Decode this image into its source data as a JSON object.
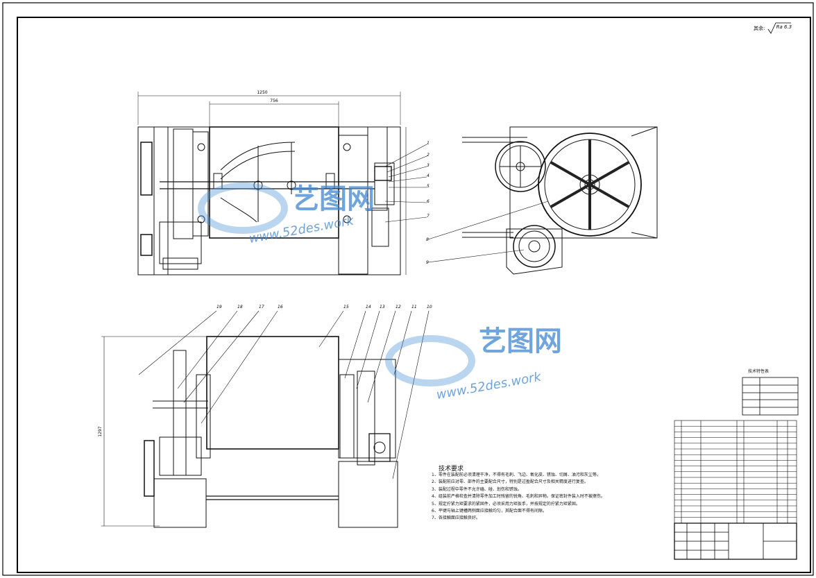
{
  "surface_note": {
    "prefix": "其余:",
    "ra": "Ra 6.3"
  },
  "dimensions": {
    "overall_width": "1250",
    "drum_length": "756",
    "height": "1297"
  },
  "top_callouts": [
    "1",
    "2",
    "3",
    "4",
    "5",
    "6",
    "7"
  ],
  "side_callouts": [
    "8",
    "9"
  ],
  "bottom_callouts": [
    "19",
    "18",
    "17",
    "16",
    "15",
    "14",
    "13",
    "12",
    "11",
    "10"
  ],
  "watermark": {
    "brand": "艺图网",
    "url": "www.52des.work"
  },
  "requirements": {
    "title": "技术要求",
    "items": [
      "1、零件在装配前必须清理干净，不得有毛刺、飞边、氧化皮、锈蚀、切屑、油污和灰尘等。",
      "2、装配前应对零、部件的主要配合尺寸，特别是过盈配合尺寸及相关精度进行复查。",
      "3、装配过程中零件不允许磕、碰、划伤和锈蚀。",
      "4、组装前严格检查并清除零件加工时残留的锐角、毛刺和异物。保证密封件装入时不被擦伤。",
      "5、规定拧紧力矩要求的紧固件，必须采用力矩扳手，并按规定的拧紧力矩紧固。",
      "6、平键与轴上键槽两侧面应接触均匀，其配合面不得有间隙。",
      "7、各接触面应接触良好。"
    ]
  },
  "tech_table": {
    "title": "技术特性表"
  }
}
